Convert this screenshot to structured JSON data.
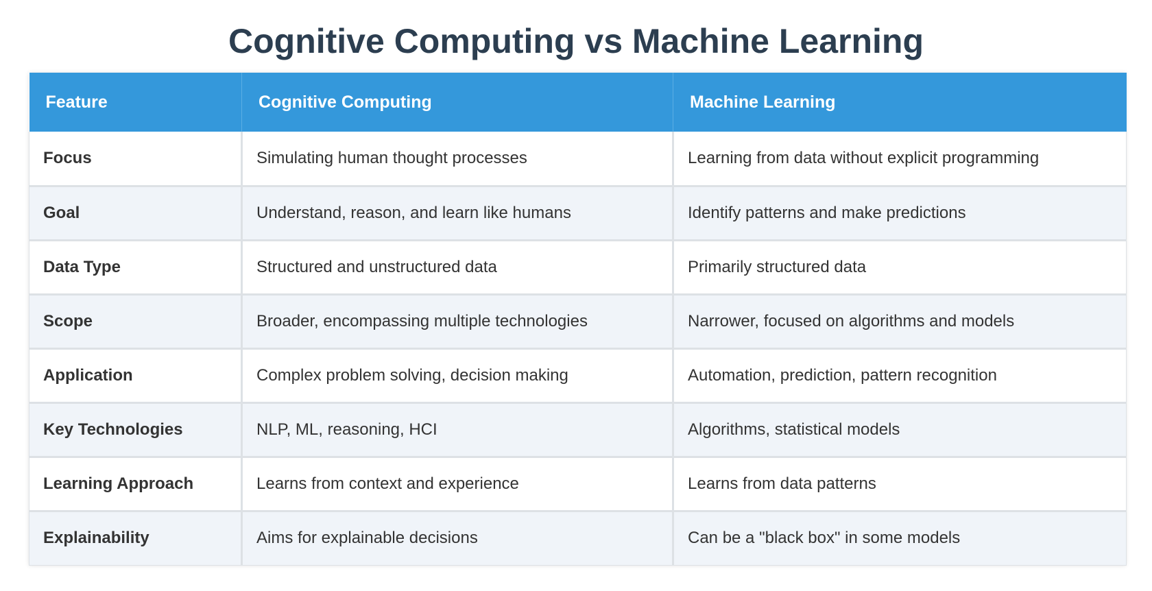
{
  "title": "Cognitive Computing vs Machine Learning",
  "table": {
    "headers": [
      "Feature",
      "Cognitive Computing",
      "Machine Learning"
    ],
    "rows": [
      [
        "Focus",
        "Simulating human thought processes",
        "Learning from data without explicit programming"
      ],
      [
        "Goal",
        "Understand, reason, and learn like humans",
        "Identify patterns and make predictions"
      ],
      [
        "Data Type",
        "Structured and unstructured data",
        "Primarily structured data"
      ],
      [
        "Scope",
        "Broader, encompassing multiple technologies",
        "Narrower, focused on algorithms and models"
      ],
      [
        "Application",
        "Complex problem solving, decision making",
        "Automation, prediction, pattern recognition"
      ],
      [
        "Key Technologies",
        "NLP, ML, reasoning, HCI",
        "Algorithms, statistical models"
      ],
      [
        "Learning Approach",
        "Learns from context and experience",
        "Learns from data patterns"
      ],
      [
        "Explainability",
        "Aims for explainable decisions",
        "Can be a \"black box\" in some models"
      ]
    ]
  },
  "colors": {
    "title": "#2c3e50",
    "header_bg": "#3498db",
    "header_text": "#ffffff",
    "row_alt_bg": "#f0f4f9",
    "border": "#dde1e5"
  }
}
